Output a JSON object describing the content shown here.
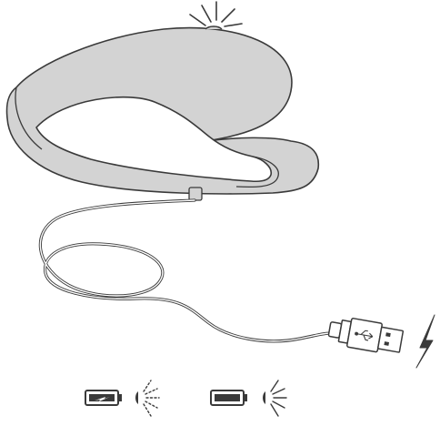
{
  "colors": {
    "device_fill": "#d3d3d3",
    "line": "#3a3a3a",
    "background": "#ffffff"
  },
  "icons": {
    "device": "charging-device",
    "cable": "usb-cable",
    "plug": "usb-a-plug-icon",
    "power": "lightning-bolt-icon",
    "battery_charging": "battery-charging-icon",
    "battery_full": "battery-full-icon",
    "light_blinking": "blinking-light-icon",
    "light_steady": "steady-light-icon"
  },
  "indicators": [
    {
      "state": "charging",
      "battery_icon": "battery-charging-icon",
      "light": "blinking"
    },
    {
      "state": "fully charged",
      "battery_icon": "battery-full-icon",
      "light": "steady"
    }
  ]
}
